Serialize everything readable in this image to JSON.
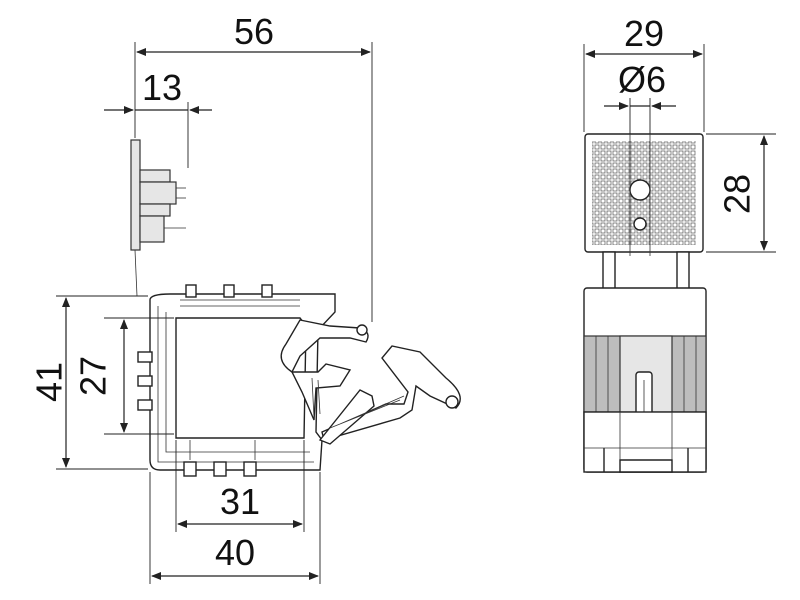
{
  "drawing": {
    "side_view": {
      "dim_overall_width": "56",
      "dim_plate_offset": "13",
      "dim_overall_height": "41",
      "dim_inner_height": "27",
      "dim_inner_width": "31",
      "dim_outer_width": "40"
    },
    "front_view": {
      "dim_width": "29",
      "dim_hole_diameter": "Ø6",
      "dim_plate_height": "28"
    }
  }
}
